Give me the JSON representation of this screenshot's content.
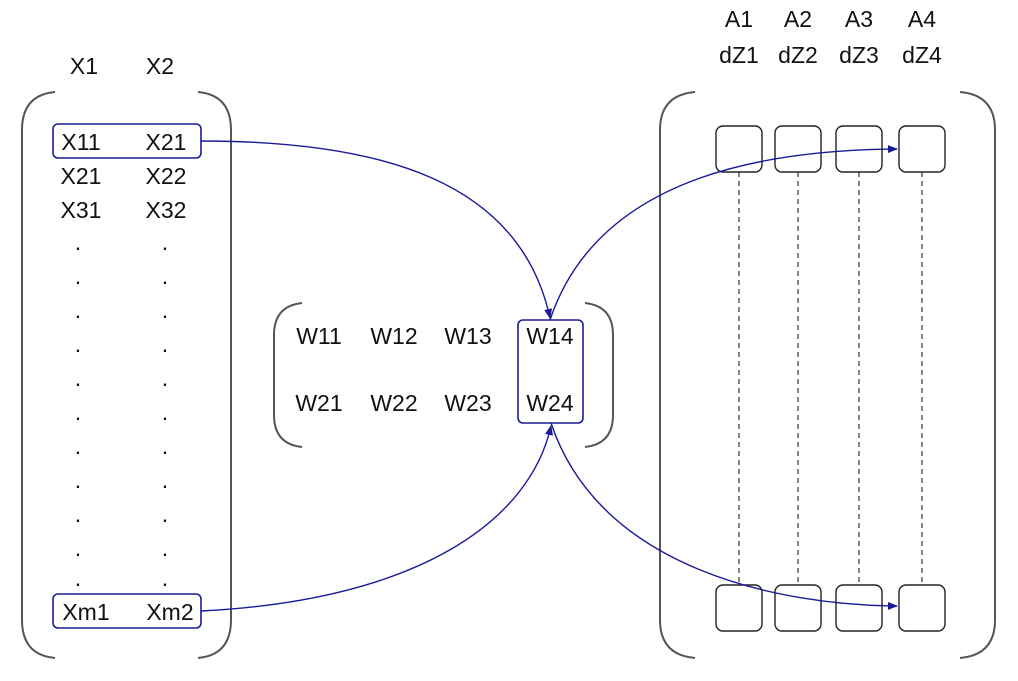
{
  "colors": {
    "accent": "#1a1a99",
    "ink": "#111111",
    "bracket": "#555555"
  },
  "input_matrix": {
    "column_headers": [
      "X1",
      "X2"
    ],
    "rows": [
      [
        "X11",
        "X21"
      ],
      [
        "X21",
        "X22"
      ],
      [
        "X31",
        "X32"
      ]
    ],
    "last_row": [
      "Xm1",
      "Xm2"
    ],
    "ellipsis": "."
  },
  "weight_matrix": {
    "rows": [
      [
        "W11",
        "W12",
        "W13",
        "W14"
      ],
      [
        "W21",
        "W22",
        "W23",
        "W24"
      ]
    ]
  },
  "output_units": {
    "activation_labels": [
      "A1",
      "A2",
      "A3",
      "A4"
    ],
    "gradient_labels": [
      "dZ1",
      "dZ2",
      "dZ3",
      "dZ4"
    ],
    "highlighted_index": 3
  }
}
